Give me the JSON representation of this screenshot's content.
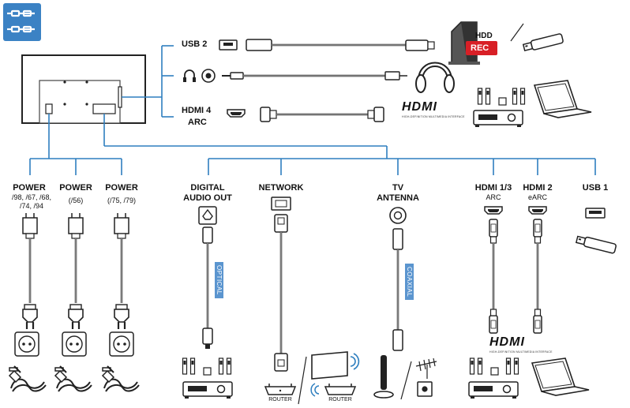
{
  "connections_icon": "connections-icon",
  "colors": {
    "line": "#2e7fbf",
    "badge": "#3b82c4",
    "tag": "#5b95cf",
    "rec": "#d81f26"
  },
  "top_ports": {
    "usb2": "USB 2",
    "hdmi4_line1": "HDMI 4",
    "hdmi4_line2": "ARC"
  },
  "top_devices": {
    "hdd": "HDD",
    "rec": "REC",
    "hdmi_logo": "HDMI",
    "hdmi_tagline": "HIGH-DEFINITION MULTIMEDIA INTERFACE"
  },
  "bottom_ports": {
    "power1_title": "POWER",
    "power1_models_a": "/98, /67, /68,",
    "power1_models_b": "/74, /94",
    "power2_title": "POWER",
    "power2_models": "(/56)",
    "power3_title": "POWER",
    "power3_models": "(/75, /79)",
    "digital_audio_a": "DIGITAL",
    "digital_audio_b": "AUDIO OUT",
    "network": "NETWORK",
    "tv_antenna_a": "TV",
    "tv_antenna_b": "ANTENNA",
    "hdmi13_a": "HDMI 1/3",
    "hdmi13_b": "ARC",
    "hdmi2_a": "HDMI 2",
    "hdmi2_b": "eARC",
    "usb1": "USB 1"
  },
  "cable_tags": {
    "optical": "OPTICAL",
    "coaxial": "COAXIAL"
  },
  "bottom_devices": {
    "router1": "ROUTER",
    "router2": "ROUTER",
    "hdmi_logo": "HDMI",
    "hdmi_tagline": "HIGH-DEFINITION MULTIMEDIA INTERFACE"
  }
}
